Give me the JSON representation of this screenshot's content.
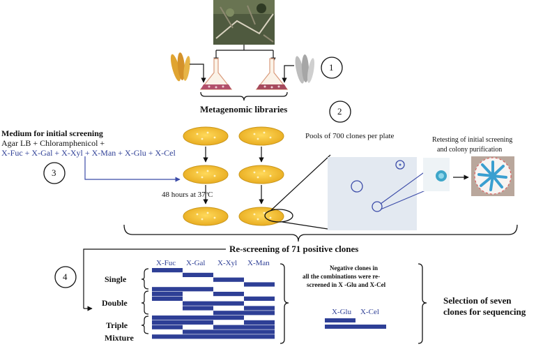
{
  "steps": [
    "1",
    "2",
    "3",
    "4"
  ],
  "libraries_label": "Metagenomic libraries",
  "medium": {
    "title": "Medium for initial screening",
    "base": "Agar LB + Chloramphenicol +",
    "substrates": "X-Fuc + X-Gal + X-Xyl + X-Man + X-Glu + X-Cel"
  },
  "pools_label": "Pools of 700 clones per plate",
  "incubation_label": "48 hours at 37ºC",
  "retesting_line1": "Retesting of initial screening",
  "retesting_line2": "and colony purification",
  "rescreening_label": "Re-screening of 71 positive clones",
  "matrix": {
    "columns": [
      "X-Fuc",
      "X-Gal",
      "X-Xyl",
      "X-Man"
    ],
    "row_groups": [
      "Single",
      "Double",
      "Triple",
      "Mixture"
    ],
    "rows": [
      [
        1,
        0,
        0,
        0
      ],
      [
        0,
        1,
        0,
        0
      ],
      [
        0,
        0,
        1,
        0
      ],
      [
        0,
        0,
        0,
        1
      ],
      [
        1,
        1,
        0,
        0
      ],
      [
        1,
        0,
        1,
        0
      ],
      [
        1,
        0,
        0,
        1
      ],
      [
        0,
        1,
        1,
        0
      ],
      [
        0,
        1,
        0,
        1
      ],
      [
        0,
        0,
        1,
        1
      ],
      [
        1,
        1,
        1,
        0
      ],
      [
        1,
        1,
        0,
        1
      ],
      [
        1,
        0,
        1,
        1
      ],
      [
        0,
        1,
        1,
        1
      ],
      [
        1,
        1,
        1,
        1
      ]
    ]
  },
  "negative_note": [
    "Negative clones in",
    "all the combinations  were re-",
    "screened in X -Glu and X-Cel"
  ],
  "glu_cel": {
    "columns": [
      "X-Glu",
      "X-Cel"
    ],
    "rows": [
      [
        1,
        0
      ],
      [
        1,
        1
      ]
    ]
  },
  "selection_line1": "Selection of seven",
  "selection_line2": "clones for sequencing",
  "colors": {
    "agar": "#f2c12e",
    "agar_edge": "#c9961a",
    "matrix_fill": "#2e3f96",
    "arrow": "#111111",
    "blue_line": "#3b4ba8"
  }
}
